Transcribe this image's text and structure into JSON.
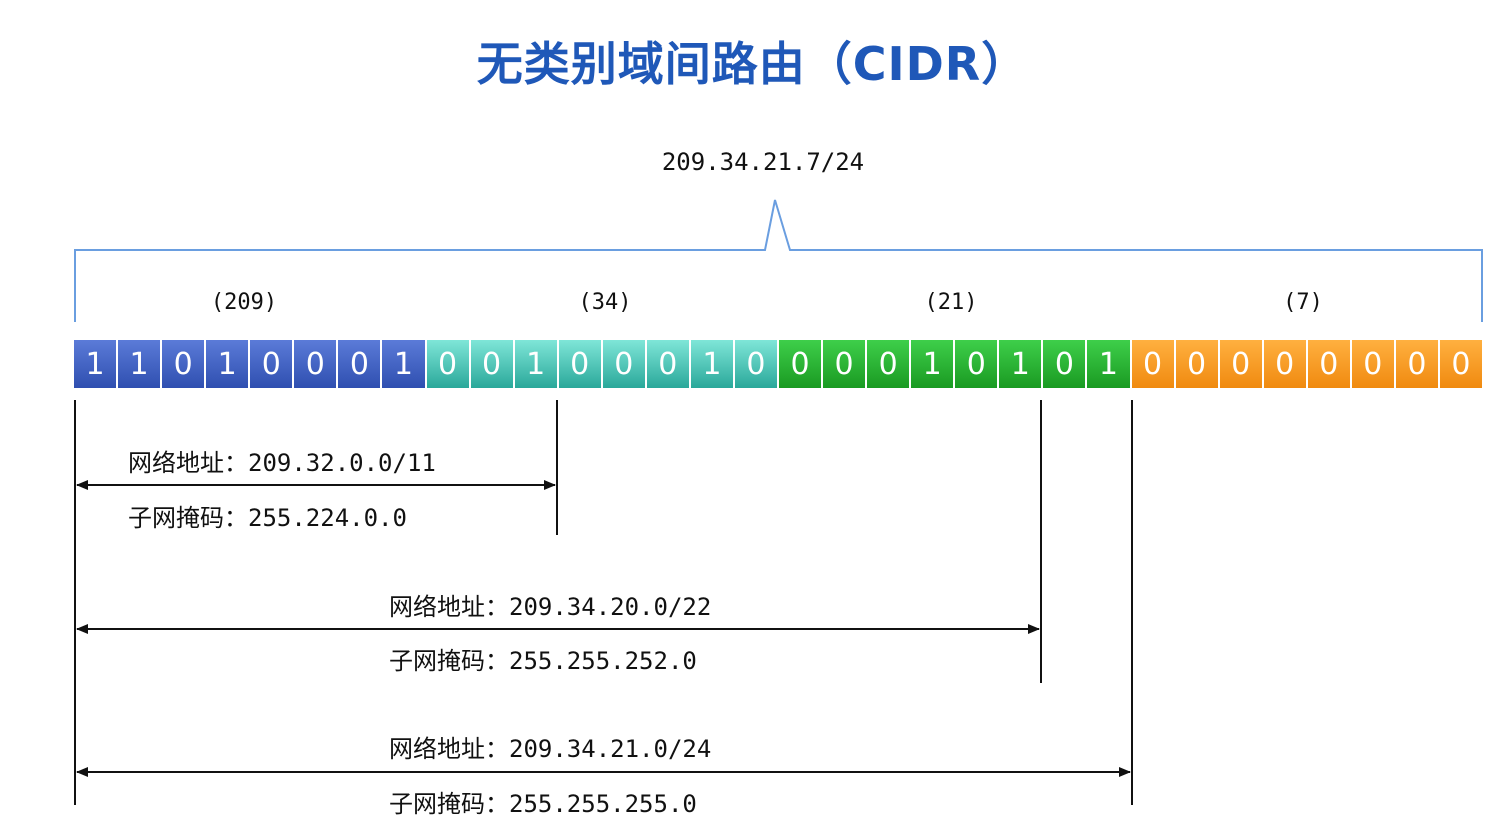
{
  "title": "无类别域间路由（CIDR）",
  "cidr": "209.34.21.7/24",
  "octets": [
    {
      "label": "(209)",
      "bits": [
        "1",
        "1",
        "0",
        "1",
        "0",
        "0",
        "0",
        "1"
      ],
      "color_top": "#5b7bd8",
      "color_bottom": "#2f4fb0"
    },
    {
      "label": "(34)",
      "bits": [
        "0",
        "0",
        "1",
        "0",
        "0",
        "0",
        "1",
        "0"
      ],
      "color_top": "#7fe6d8",
      "color_bottom": "#2aa89a"
    },
    {
      "label": "(21)",
      "bits": [
        "0",
        "0",
        "0",
        "1",
        "0",
        "1",
        "0",
        "1"
      ],
      "color_top": "#3ecf4a",
      "color_bottom": "#1a9a22"
    },
    {
      "label": "(7)",
      "bits": [
        "0",
        "0",
        "0",
        "0",
        "0",
        "0",
        "0",
        "0"
      ],
      "color_top": "#ffb040",
      "color_bottom": "#f08a10"
    }
  ],
  "ranges": [
    {
      "network_label": "网络地址：",
      "network": "209.32.0.0/11",
      "mask_label": "子网掩码：",
      "mask": "255.224.0.0"
    },
    {
      "network_label": "网络地址：",
      "network": "209.34.20.0/22",
      "mask_label": "子网掩码：",
      "mask": "255.255.252.0"
    },
    {
      "network_label": "网络地址：",
      "network": "209.34.21.0/24",
      "mask_label": "子网掩码：",
      "mask": "255.255.255.0"
    }
  ],
  "colors": {
    "title": "#1f58b8",
    "brace": "#6a9ee0",
    "line": "#111111"
  }
}
